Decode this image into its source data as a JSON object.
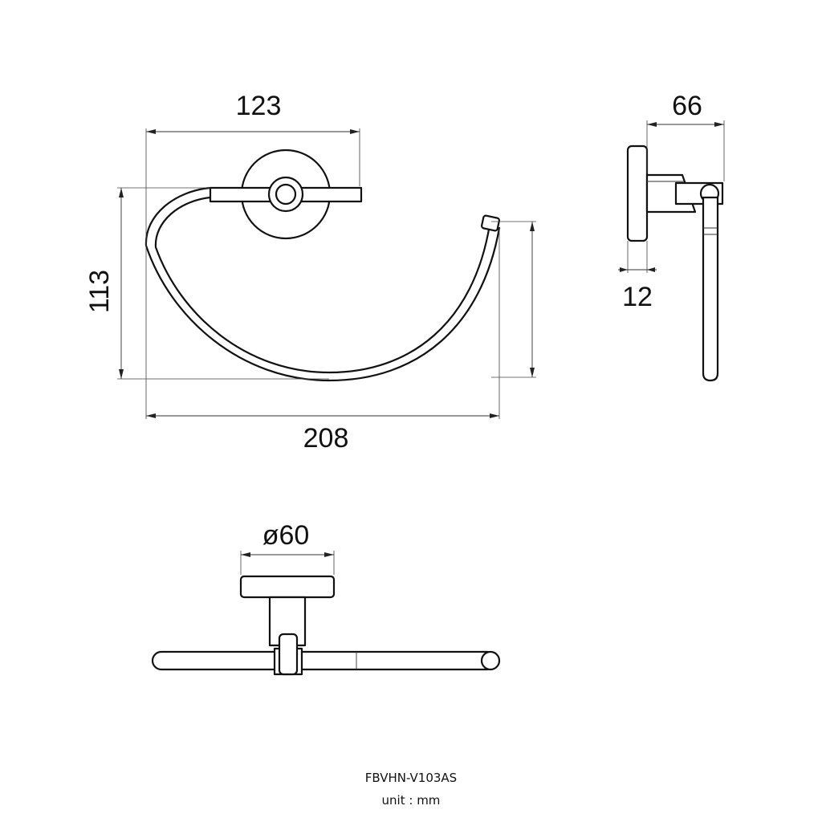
{
  "dimensions": {
    "front_width": "123",
    "front_overall_width": "208",
    "front_height": "113",
    "side_depth": "66",
    "side_plate_thickness": "12",
    "top_base_diameter": "ø60"
  },
  "footer": {
    "model_code": "FBVHN-V103AS",
    "unit_label": "unit : mm"
  }
}
